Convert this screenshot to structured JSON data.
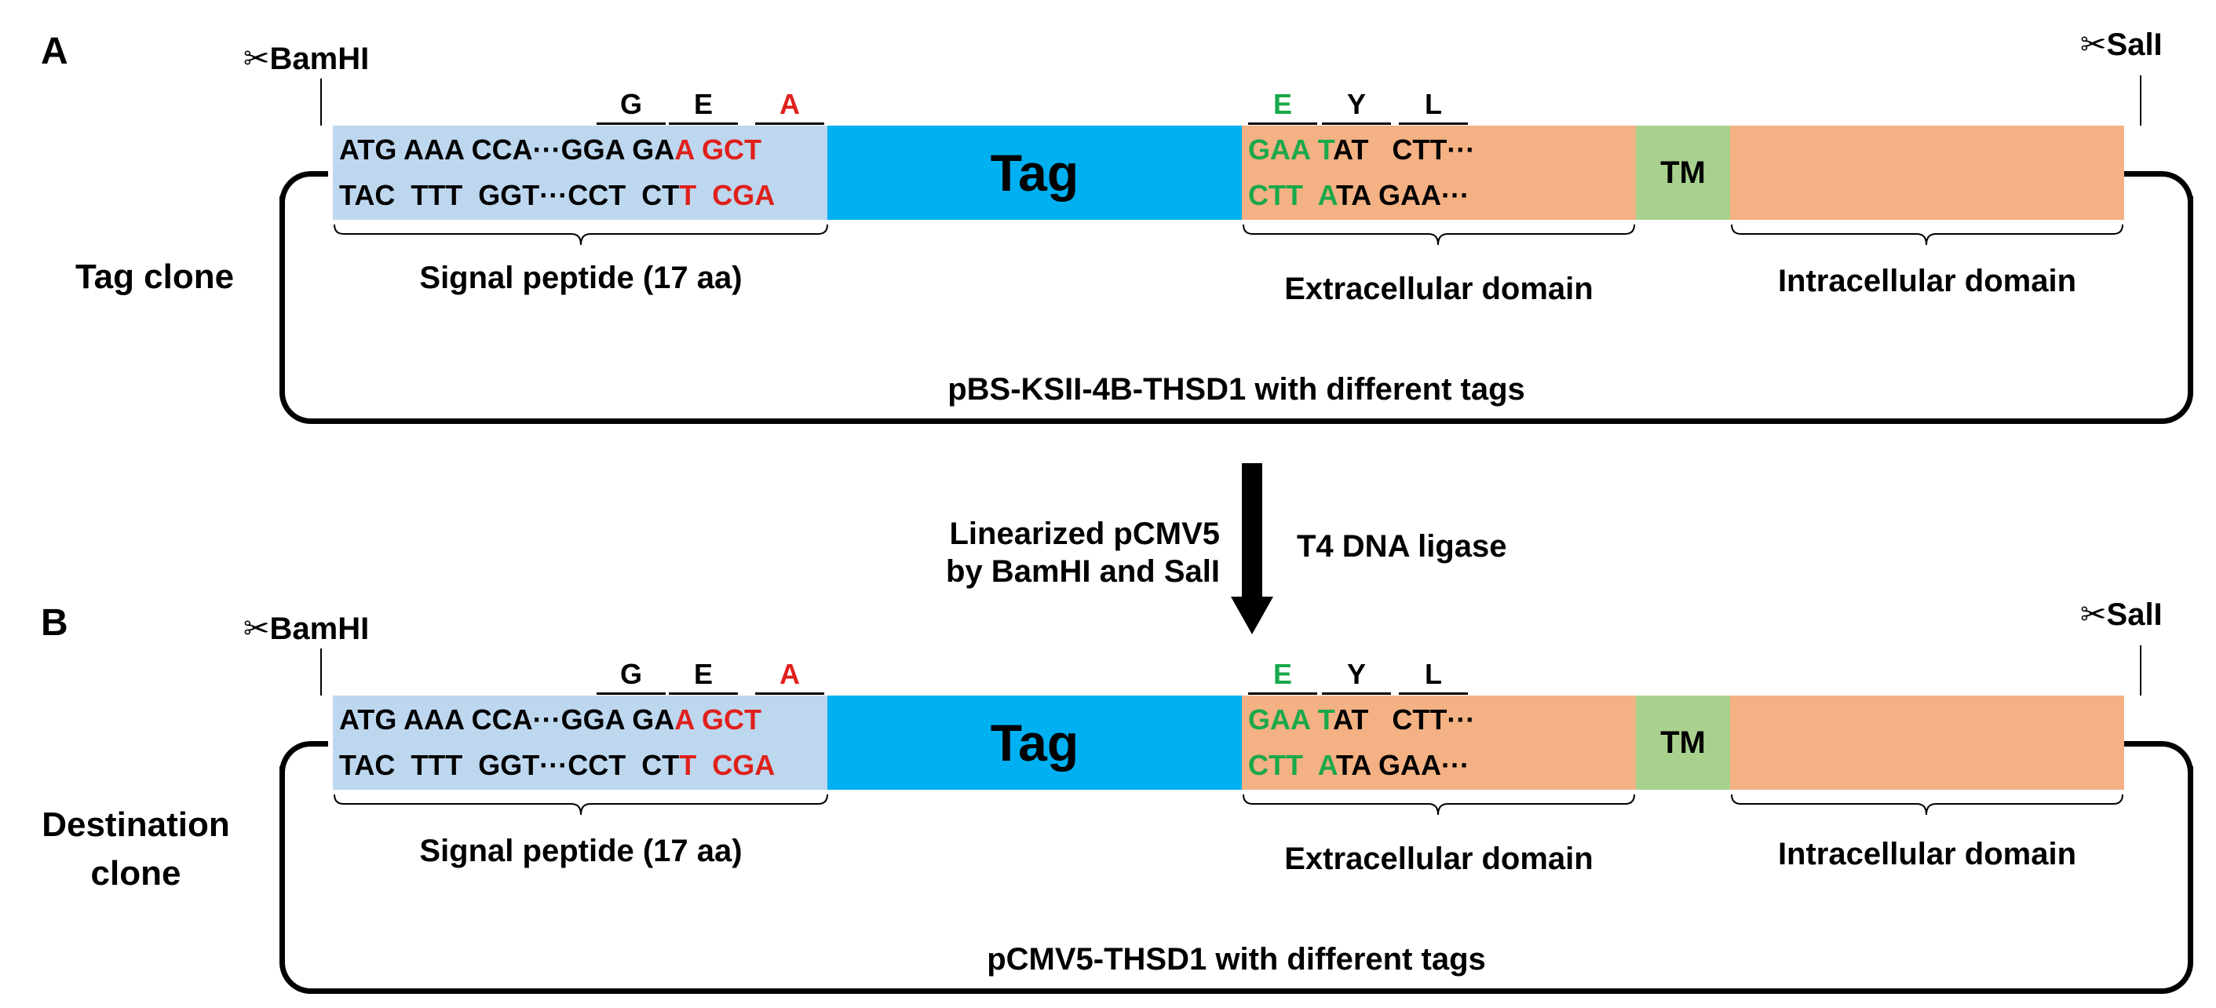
{
  "colors": {
    "signal_peptide": "#bdd7ee",
    "tag": "#00b0f0",
    "extracellular": "#f4b183",
    "tm": "#a9d18e",
    "mutation_red": "#e0201b",
    "mutation_green": "#1aa84a"
  },
  "icons": {
    "cut_site": "scissors-icon"
  },
  "panels": [
    {
      "letter": "A",
      "side_label": "Tag clone",
      "site_left": "BamHI",
      "site_right": "SalI",
      "codons_left": [
        "G",
        "E",
        "A"
      ],
      "codons_right": [
        "E",
        "Y",
        "L"
      ],
      "seq_top_left": "ATG AAA CCA···GGA GA",
      "seq_top_left_red1": "A",
      "seq_top_left_red2": "GCT",
      "seq_bot_left": "TAC  TTT  GGT···CCT  CT",
      "seq_bot_left_red1": "T",
      "seq_bot_left_red2": "CGA",
      "seq_top_right_green1": "GAA",
      "seq_top_right_green2": "T",
      "seq_top_right_rest": "AT   CTT···",
      "seq_bot_right_green1": "CTT",
      "seq_bot_right_green2": "A",
      "seq_bot_right_rest": "TA GAA···",
      "tag_label": "Tag",
      "tm_label": "TM",
      "signal_peptide_label": "Signal peptide (17 aa)",
      "extracellular_label": "Extracellular domain",
      "intracellular_label": "Intracellular domain",
      "plasmid_label": "pBS-KSII-4B-THSD1 with different tags"
    },
    {
      "letter": "B",
      "side_label": "Destination clone",
      "site_left": "BamHI",
      "site_right": "SalI",
      "codons_left": [
        "G",
        "E",
        "A"
      ],
      "codons_right": [
        "E",
        "Y",
        "L"
      ],
      "seq_top_left": "ATG AAA CCA···GGA GA",
      "seq_top_left_red1": "A",
      "seq_top_left_red2": "GCT",
      "seq_bot_left": "TAC  TTT  GGT···CCT  CT",
      "seq_bot_left_red1": "T",
      "seq_bot_left_red2": "CGA",
      "seq_top_right_green1": "GAA",
      "seq_top_right_green2": "T",
      "seq_top_right_rest": "AT   CTT···",
      "seq_bot_right_green1": "CTT",
      "seq_bot_right_green2": "A",
      "seq_bot_right_rest": "TA GAA···",
      "tag_label": "Tag",
      "tm_label": "TM",
      "signal_peptide_label": "Signal peptide (17 aa)",
      "extracellular_label": "Extracellular domain",
      "intracellular_label": "Intracellular domain",
      "plasmid_label": "pCMV5-THSD1 with different tags"
    }
  ],
  "step": {
    "left_text_line1": "Linearized pCMV5",
    "left_text_line2": "by BamHI and SalI",
    "right_text": "T4 DNA ligase"
  }
}
